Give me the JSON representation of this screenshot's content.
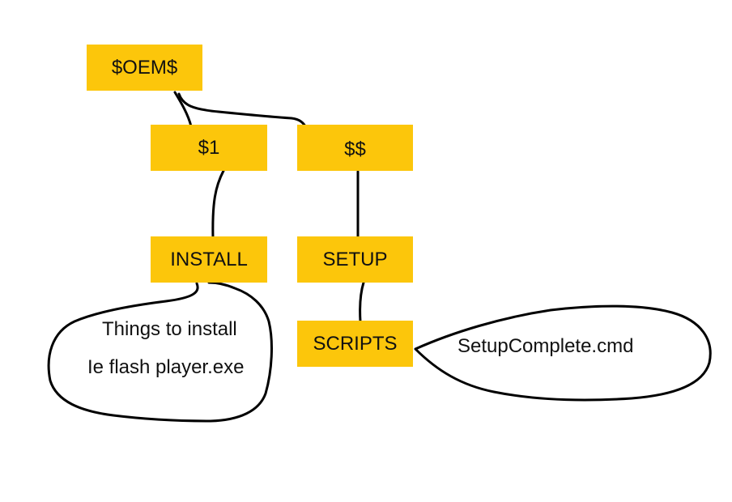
{
  "nodes": {
    "oem": "$OEM$",
    "one": "$1",
    "dollar": "$$",
    "install": "INSTALL",
    "setup": "SETUP",
    "scripts": "SCRIPTS"
  },
  "notes": {
    "install_lines": [
      "Things to install",
      "Ie flash player.exe"
    ],
    "scripts_text": "SetupComplete.cmd"
  },
  "colors": {
    "node_fill": "#fcc60b",
    "stroke": "#000000"
  }
}
